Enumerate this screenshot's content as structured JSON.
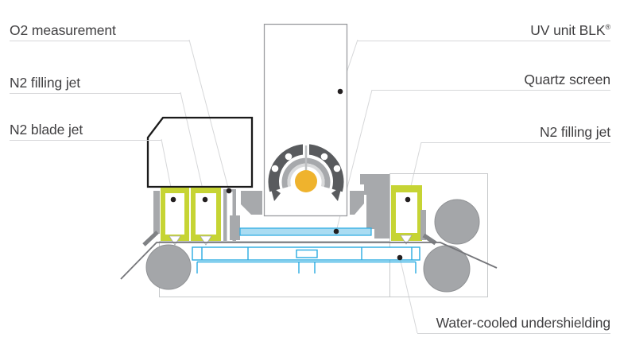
{
  "labels": {
    "o2_measurement": "O2 measurement",
    "n2_filling_jet_left": "N2 filling jet",
    "n2_blade_jet": "N2 blade jet",
    "uv_unit": "UV unit BLK",
    "uv_unit_sup": "®",
    "quartz_screen": "Quartz screen",
    "n2_filling_jet_right": "N2 filling jet",
    "water_cooled_undershielding": "Water-cooled undershielding"
  },
  "colors": {
    "jet_green": "#c6d434",
    "lamp_yellow": "#efb32d",
    "line_blue": "#29abe2",
    "quartz_fill": "#aadcf2",
    "reflector_dark_gray": "#595b5e",
    "part_mid_gray": "#a7a9ac",
    "roller_gray": "#a4a6a9",
    "web_gray": "#75767a",
    "frame_gray": "#c6c8ca",
    "leader_gray": "#d6d7d9",
    "label_text": "#414042",
    "dot_black": "#231f20"
  }
}
